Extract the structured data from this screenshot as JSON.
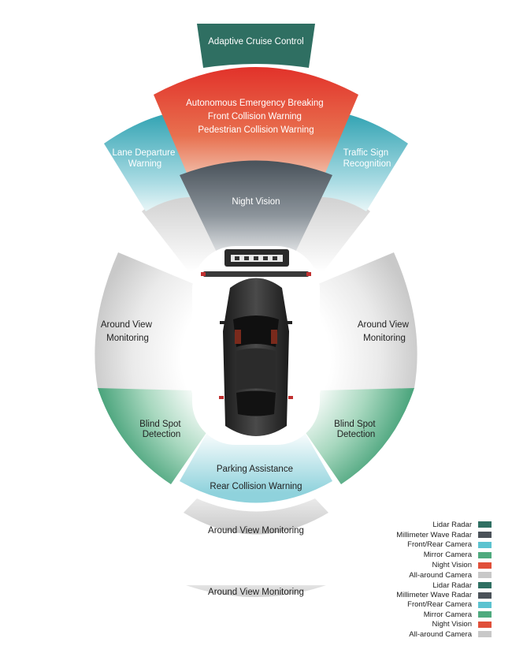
{
  "zones": {
    "acc": {
      "lines": [
        "Adaptive Cruise Control"
      ]
    },
    "aeb": {
      "lines": [
        "Autonomous Emergency Breaking",
        "Front Collision Warning",
        "Pedestrian Collision Warning"
      ]
    },
    "ldw": {
      "lines": [
        "Lane Departure",
        "Warning"
      ]
    },
    "tsr": {
      "lines": [
        "Traffic Sign",
        "Recognition"
      ]
    },
    "night": {
      "lines": [
        "Night Vision"
      ]
    },
    "avm_left": {
      "lines": [
        "Around View",
        "Monitoring"
      ]
    },
    "avm_right": {
      "lines": [
        "Around View",
        "Monitoring"
      ]
    },
    "bsd_left": {
      "lines": [
        "Blind Spot",
        "Detection"
      ]
    },
    "bsd_right": {
      "lines": [
        "Blind Spot",
        "Detection"
      ]
    },
    "parking": {
      "lines": [
        "Parking Assistance",
        "Rear Collision Warning"
      ]
    },
    "avm_rear": {
      "lines": [
        "Around View Monitoring"
      ]
    },
    "avm_rear_dup": {
      "lines": [
        "Around View Monitoring"
      ]
    }
  },
  "legend": [
    {
      "label": "Lidar Radar",
      "color": "#2f6f62"
    },
    {
      "label": "Millimeter Wave Radar",
      "color": "#4b5259"
    },
    {
      "label": "Front/Rear Camera",
      "color": "#5cc3d0"
    },
    {
      "label": "Mirror Camera",
      "color": "#4faa7e"
    },
    {
      "label": "Night Vision",
      "color": "#e0503a"
    },
    {
      "label": "All-around Camera",
      "color": "#c8c8c8"
    }
  ],
  "legend_duplicate": [
    {
      "label": "Lidar Radar",
      "color": "#2f6f62"
    },
    {
      "label": "Millimeter Wave Radar",
      "color": "#4b5259"
    },
    {
      "label": "Front/Rear Camera",
      "color": "#5cc3d0"
    },
    {
      "label": "Mirror Camera",
      "color": "#4faa7e"
    },
    {
      "label": "Night Vision",
      "color": "#e0503a"
    },
    {
      "label": "All-around Camera",
      "color": "#c8c8c8"
    }
  ]
}
